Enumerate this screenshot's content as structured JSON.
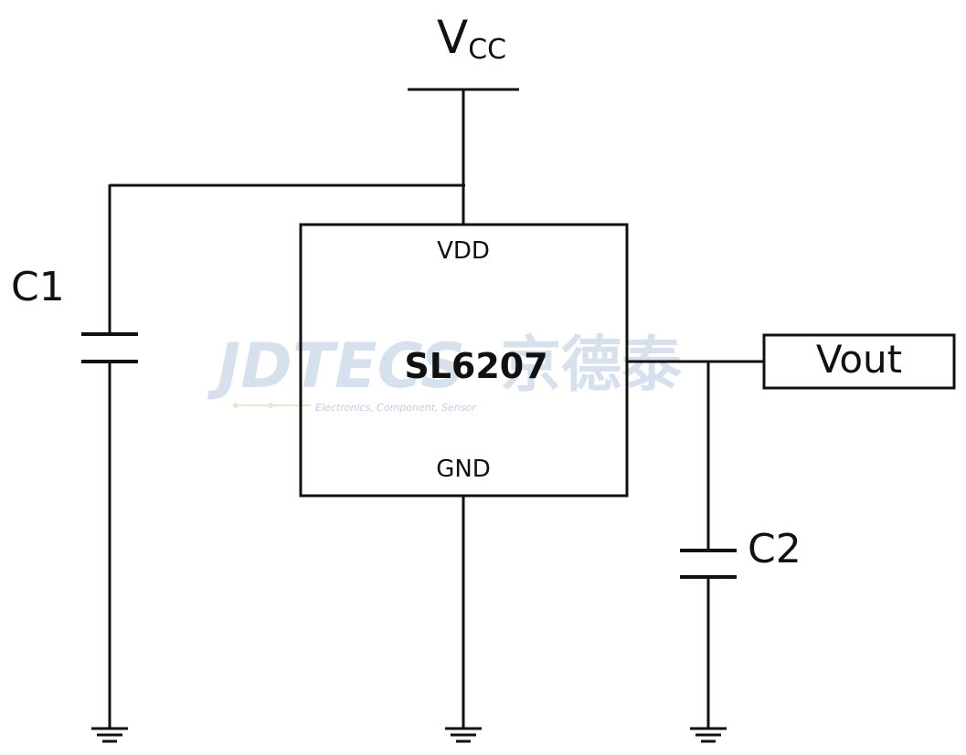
{
  "supply": {
    "label_main": "V",
    "label_sub": "CC"
  },
  "ic": {
    "part_number": "SL6207",
    "pin_top": "VDD",
    "pin_bottom": "GND"
  },
  "capacitors": {
    "c1": "C1",
    "c2": "C2"
  },
  "output": {
    "label": "Vout"
  },
  "watermark": {
    "brand": "JDTECS",
    "brand_cn": "京德泰",
    "tagline": "Electronics, Component, Sensor",
    "color": "#b8c8e0"
  }
}
